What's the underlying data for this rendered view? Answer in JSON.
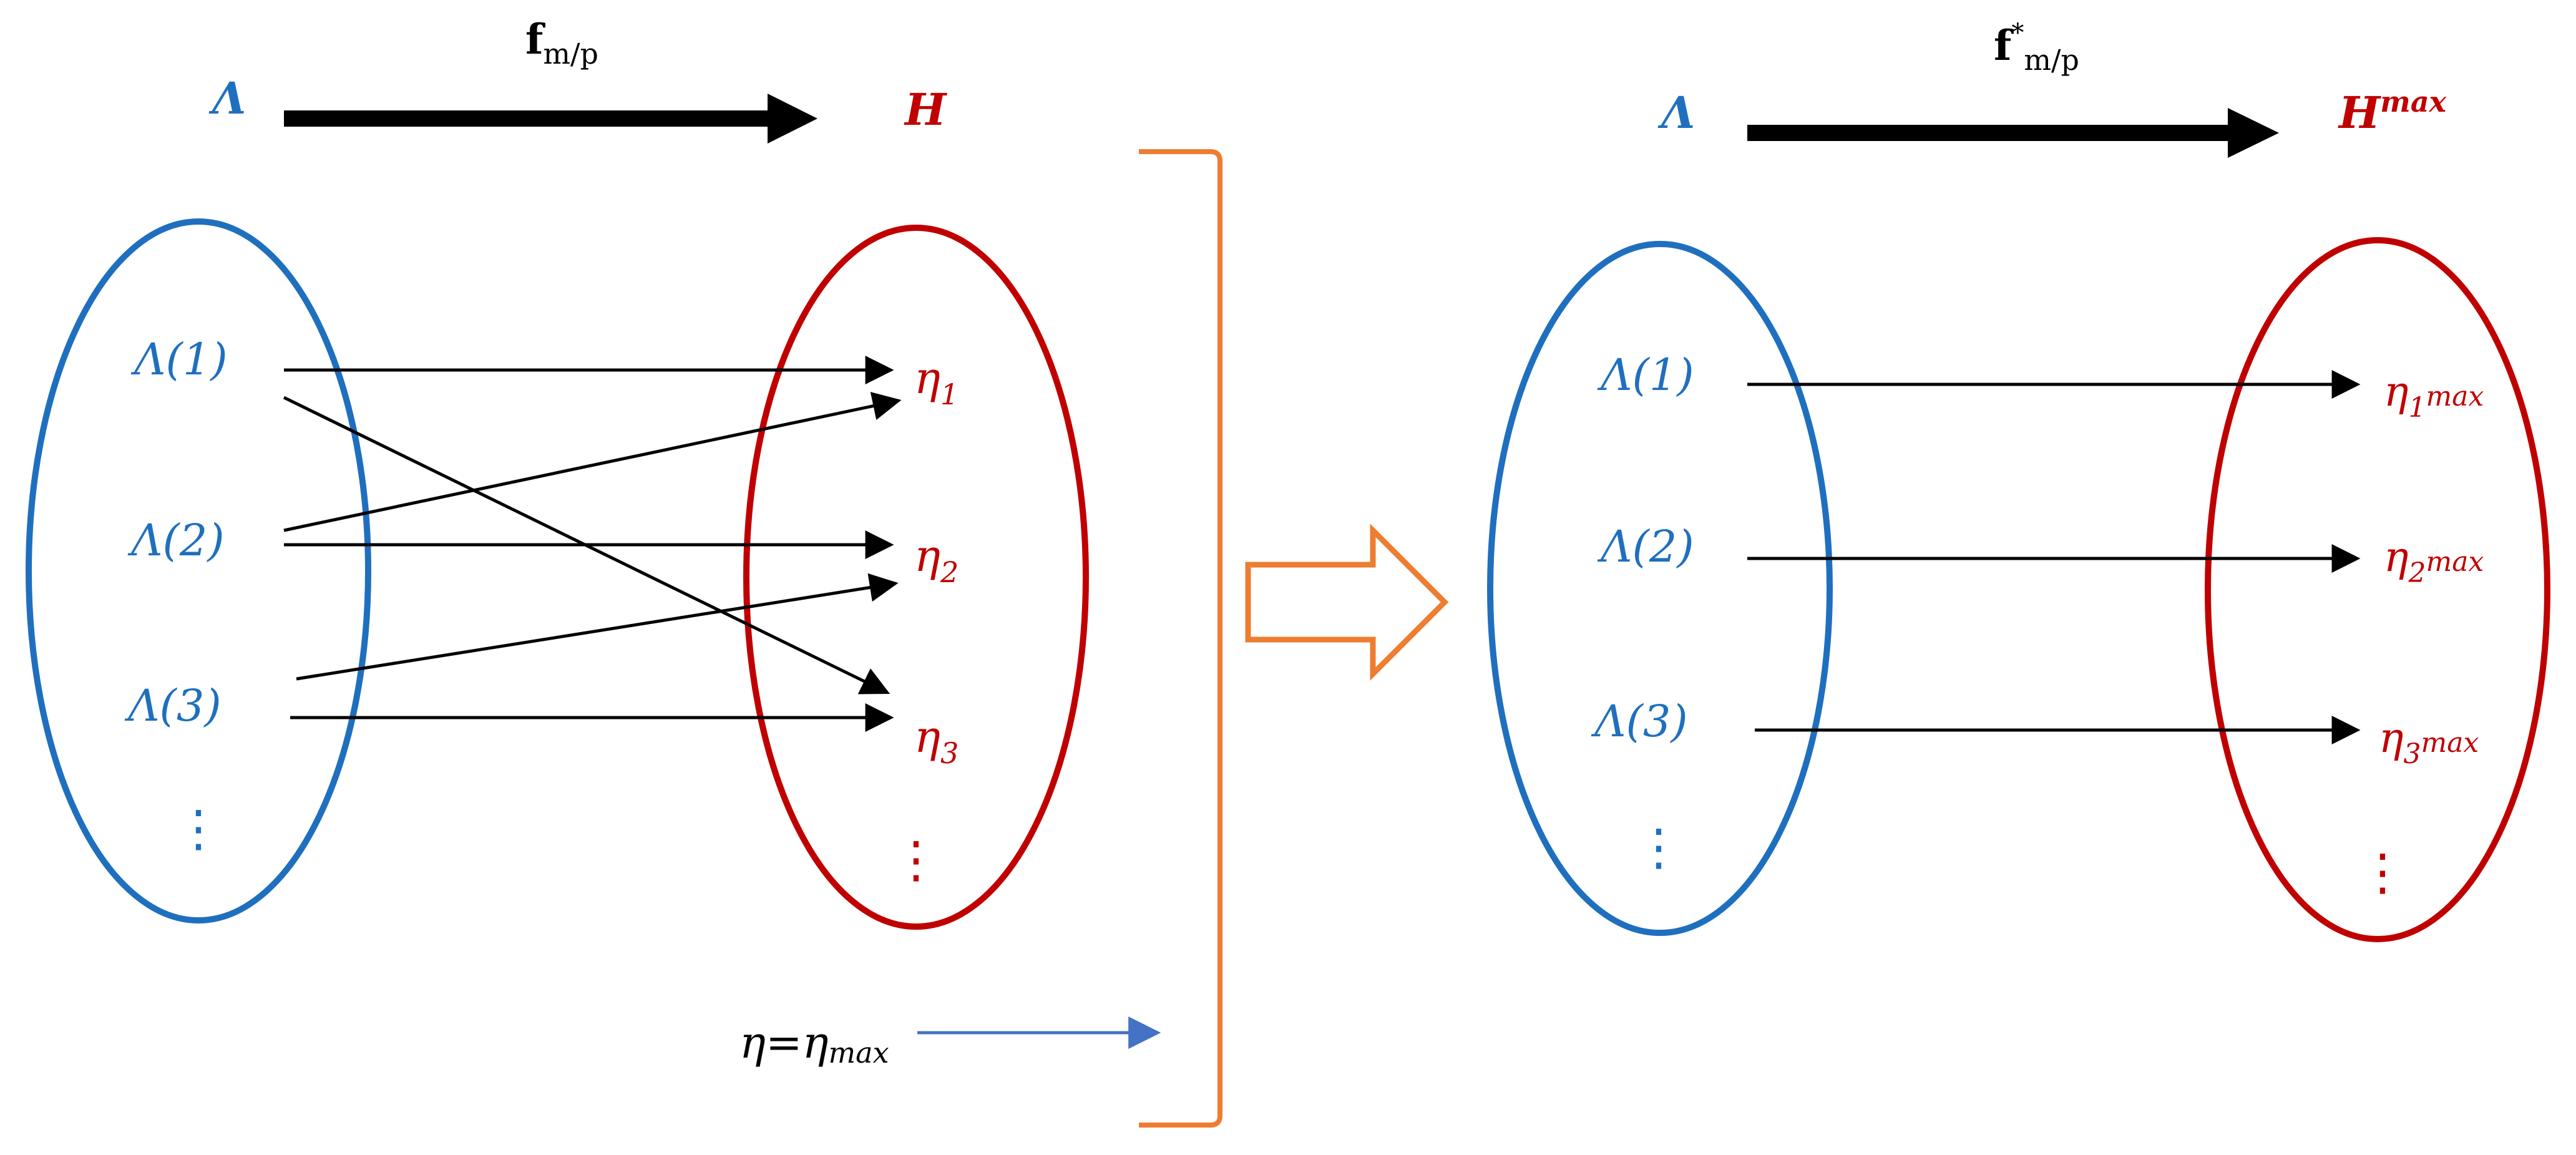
{
  "colors": {
    "blue": "#1F6FBF",
    "red": "#C00000",
    "orange": "#ED7D31",
    "black": "#000000",
    "arrow_blue": "#4472C4"
  },
  "left": {
    "mapping_label": {
      "main": "f",
      "sub": "m/p"
    },
    "domain_label": "Λ",
    "codomain_label": "H",
    "domain_items": [
      "Λ(1)",
      "Λ(2)",
      "Λ(3)"
    ],
    "domain_ellipsis": "⋮",
    "codomain_items": [
      {
        "base": "η",
        "sub": "1"
      },
      {
        "base": "η",
        "sub": "2"
      },
      {
        "base": "η",
        "sub": "3"
      }
    ],
    "codomain_ellipsis": "⋮"
  },
  "condition": {
    "lhs": "η=η",
    "sub": "max"
  },
  "right": {
    "mapping_label": {
      "main": "f",
      "sup": "*",
      "sub": "m/p"
    },
    "domain_label": "Λ",
    "codomain_label": {
      "base": "H",
      "sup": "max"
    },
    "domain_items": [
      "Λ(1)",
      "Λ(2)",
      "Λ(3)"
    ],
    "domain_ellipsis": "⋮",
    "codomain_items": [
      {
        "base": "η",
        "sub": "1",
        "sup": "max"
      },
      {
        "base": "η",
        "sub": "2",
        "sup": "max"
      },
      {
        "base": "η",
        "sub": "3",
        "sup": "max"
      }
    ],
    "codomain_ellipsis": "⋮"
  }
}
